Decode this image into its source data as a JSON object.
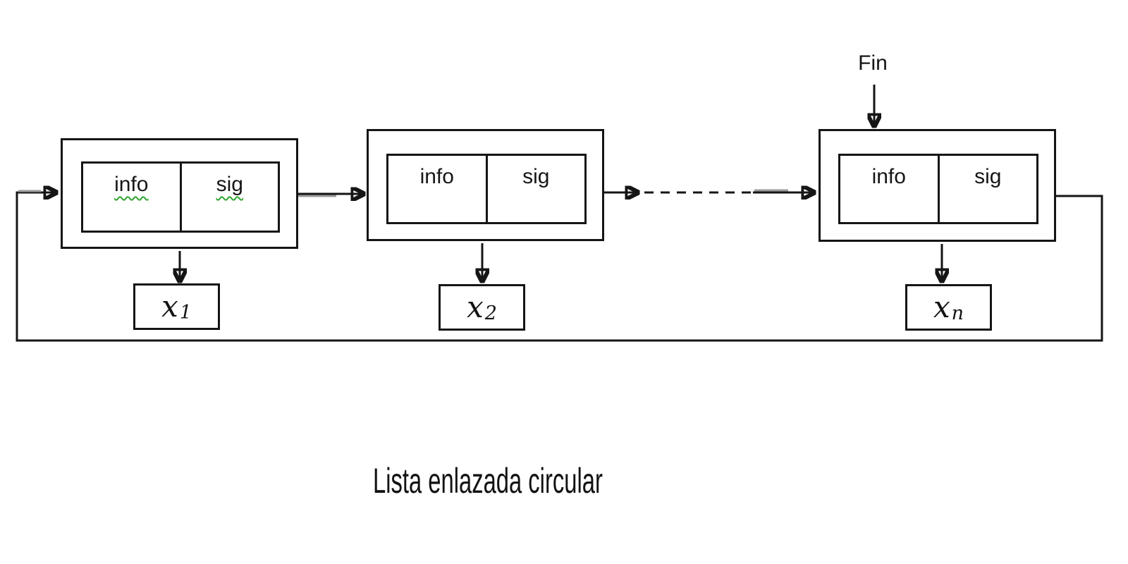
{
  "diagram": {
    "caption": "Lista enlazada circular",
    "end_pointer_label": "Fin",
    "nodes": [
      {
        "info": "info",
        "sig": "sig",
        "value_base": "x",
        "value_sub": "1"
      },
      {
        "info": "info",
        "sig": "sig",
        "value_base": "x",
        "value_sub": "2"
      },
      {
        "info": "info",
        "sig": "sig",
        "value_base": "x",
        "value_sub": "n"
      }
    ],
    "colors": {
      "line": "#151515",
      "text": "#161616",
      "spellcheck_squiggle": "#2ea52e",
      "background": "#ffffff"
    }
  }
}
